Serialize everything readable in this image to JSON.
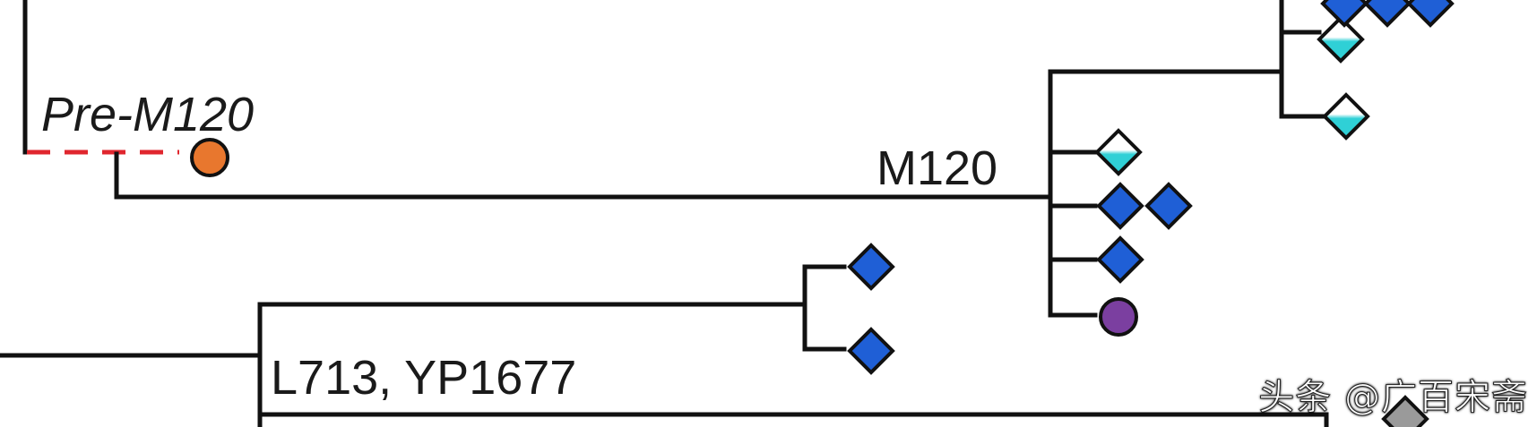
{
  "labels": {
    "pre_m120": "Pre-M120",
    "m120": "M120",
    "l713": "L713, YP1677"
  },
  "watermark": "头条 @广百宋斋",
  "colors": {
    "branch": "#111111",
    "pre_branch_dashed": "#e0262e",
    "orange": "#e8772e",
    "purple": "#7b3fa0",
    "blue": "#1f5fd6",
    "cyan_top": "#ffffff",
    "cyan_bottom": "#2fd0d6",
    "gray": "#9a9a9a"
  },
  "markers": [
    {
      "name": "orange-circle-marker",
      "shape": "circle",
      "color": "orange"
    },
    {
      "name": "cyan-diamond-marker",
      "shape": "diamond",
      "color": "cyan"
    },
    {
      "name": "blue-diamond-marker",
      "shape": "diamond",
      "color": "blue"
    },
    {
      "name": "purple-circle-marker",
      "shape": "circle",
      "color": "purple"
    },
    {
      "name": "gray-diamond-marker",
      "shape": "diamond",
      "color": "gray"
    }
  ]
}
